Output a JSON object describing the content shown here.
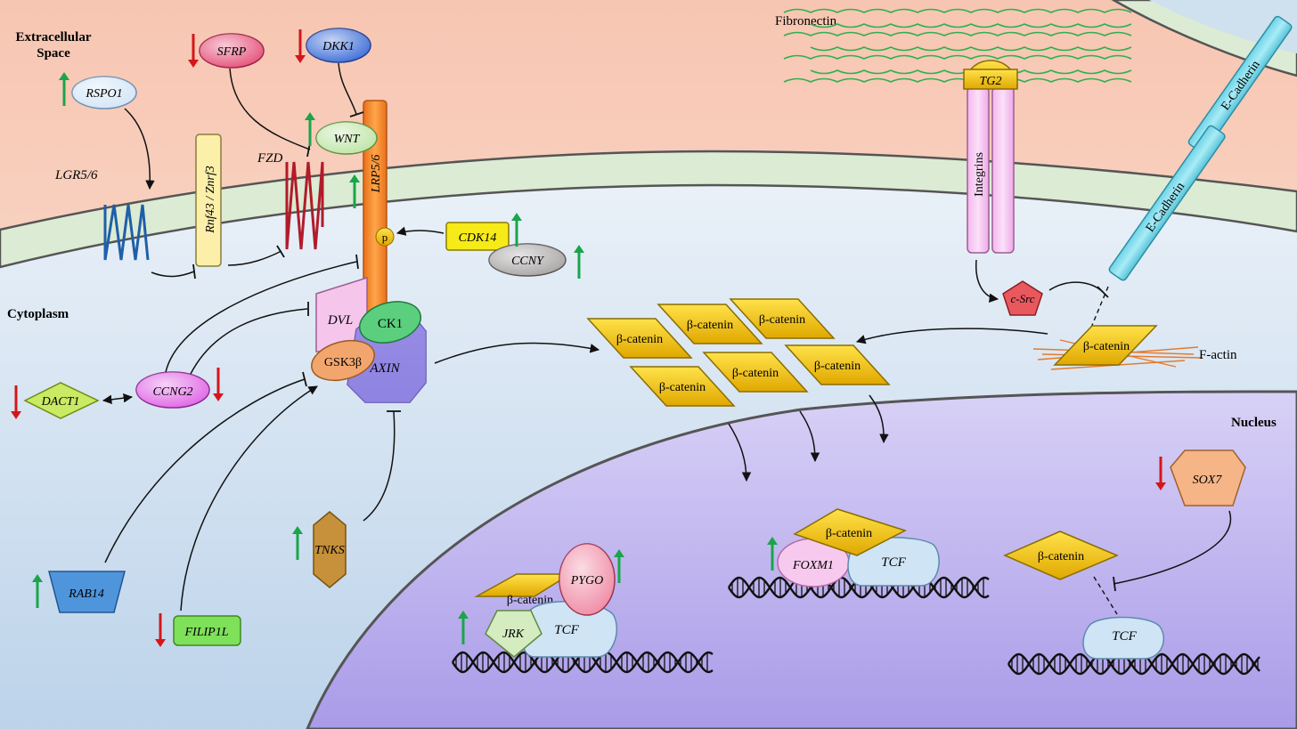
{
  "regions": {
    "extracellular": "Extracellular Space",
    "extracellular_line1": "Extracellular",
    "extracellular_line2": "Space",
    "cytoplasm": "Cytoplasm",
    "nucleus": "Nucleus"
  },
  "molecules": {
    "rspo1": "RSPO1",
    "sfrp": "SFRP",
    "dkk1": "DKK1",
    "wnt": "WNT",
    "lgr": "LGR5/6",
    "rnf": "Rnf43 / Znrf3",
    "fzd": "FZD",
    "lrp": "LRP5/6",
    "p": "p",
    "cdk14": "CDK14",
    "ccny": "CCNY",
    "dvl": "DVL",
    "ck1": "CK1",
    "gsk": "GSK3β",
    "axin": "AXIN",
    "ccng2": "CCNG2",
    "dact1": "DACT1",
    "tnks": "TNKS",
    "rab14": "RAB14",
    "filip1l": "FILIP1L",
    "fibronectin": "Fibronectin",
    "tg2": "TG2",
    "integrins": "Integrins",
    "ecad": "E-Cadherin",
    "csrc": "c-Src",
    "factin": "F-actin",
    "bcat": "β-catenin",
    "pygo": "PYGO",
    "jrk": "JRK",
    "tcf": "TCF",
    "foxm1": "FOXM1",
    "sox7": "SOX7"
  },
  "regulation": {
    "rspo1": "up",
    "sfrp": "down",
    "dkk1": "down",
    "wnt": "up",
    "lrp": "up",
    "cdk14": "up",
    "ccny": "up",
    "ccng2": "down",
    "dact1": "down",
    "tnks": "up",
    "rab14": "up",
    "filip1l": "down",
    "pygo": "up",
    "jrk": "up",
    "foxm1": "up",
    "sox7": "down"
  },
  "colors": {
    "up_arrow": "#1aa54a",
    "down_arrow": "#d4161b",
    "extracellular_bg": "#f9d9c8",
    "membrane": "#dcebd3",
    "cytoplasm_bg": "#dce8f3",
    "nucleus_bg": "#c2b8ee",
    "beta_catenin": "#f2c000",
    "lrp": "#f28a2a",
    "axin": "#8b7fe0"
  }
}
